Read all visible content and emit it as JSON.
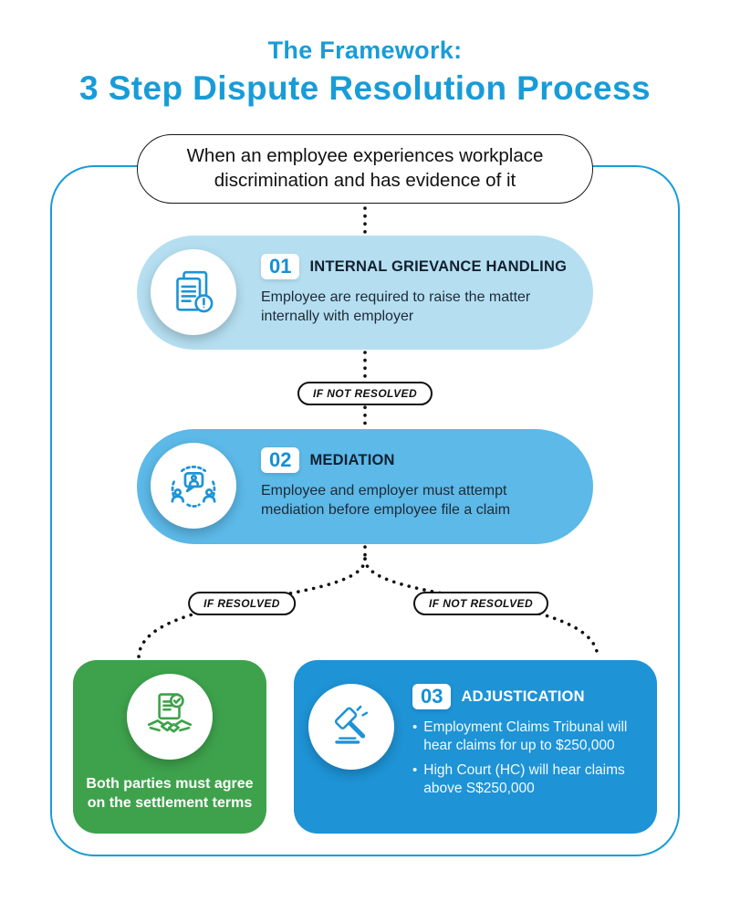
{
  "title": {
    "line1": "The Framework:",
    "line2": "3 Step Dispute Resolution Process"
  },
  "intro": "When an employee experiences workplace discrimination and has evidence of it",
  "steps": [
    {
      "number": "01",
      "title": "INTERNAL GRIEVANCE HANDLING",
      "description": "Employee are required to raise the matter internally with employer"
    },
    {
      "number": "02",
      "title": "MEDIATION",
      "description": "Employee and employer must attempt mediation before employee file a claim"
    },
    {
      "number": "03",
      "title": "ADJUSTICATION",
      "bullets": [
        "Employment Claims Tribunal will hear claims for up to $250,000",
        "High Court (HC) will hear claims above S$250,000"
      ]
    }
  ],
  "connectors": {
    "after_step1": "IF NOT RESOLVED",
    "resolved": "IF  RESOLVED",
    "not_resolved": "IF NOT RESOLVED"
  },
  "resolved_outcome": "Both parties must agree on the settlement terms",
  "icons": {
    "step1": "document-warning-icon",
    "step2": "mediation-people-icon",
    "resolved": "handshake-agreement-icon",
    "step3": "gavel-icon"
  },
  "colors": {
    "accent_blue": "#189CD8",
    "step1_bg": "#B5DFF1",
    "step2_bg": "#5CB9E8",
    "step3_bg": "#1E93D6",
    "resolved_green": "#3EA24C",
    "dark_text": "#13202F"
  }
}
